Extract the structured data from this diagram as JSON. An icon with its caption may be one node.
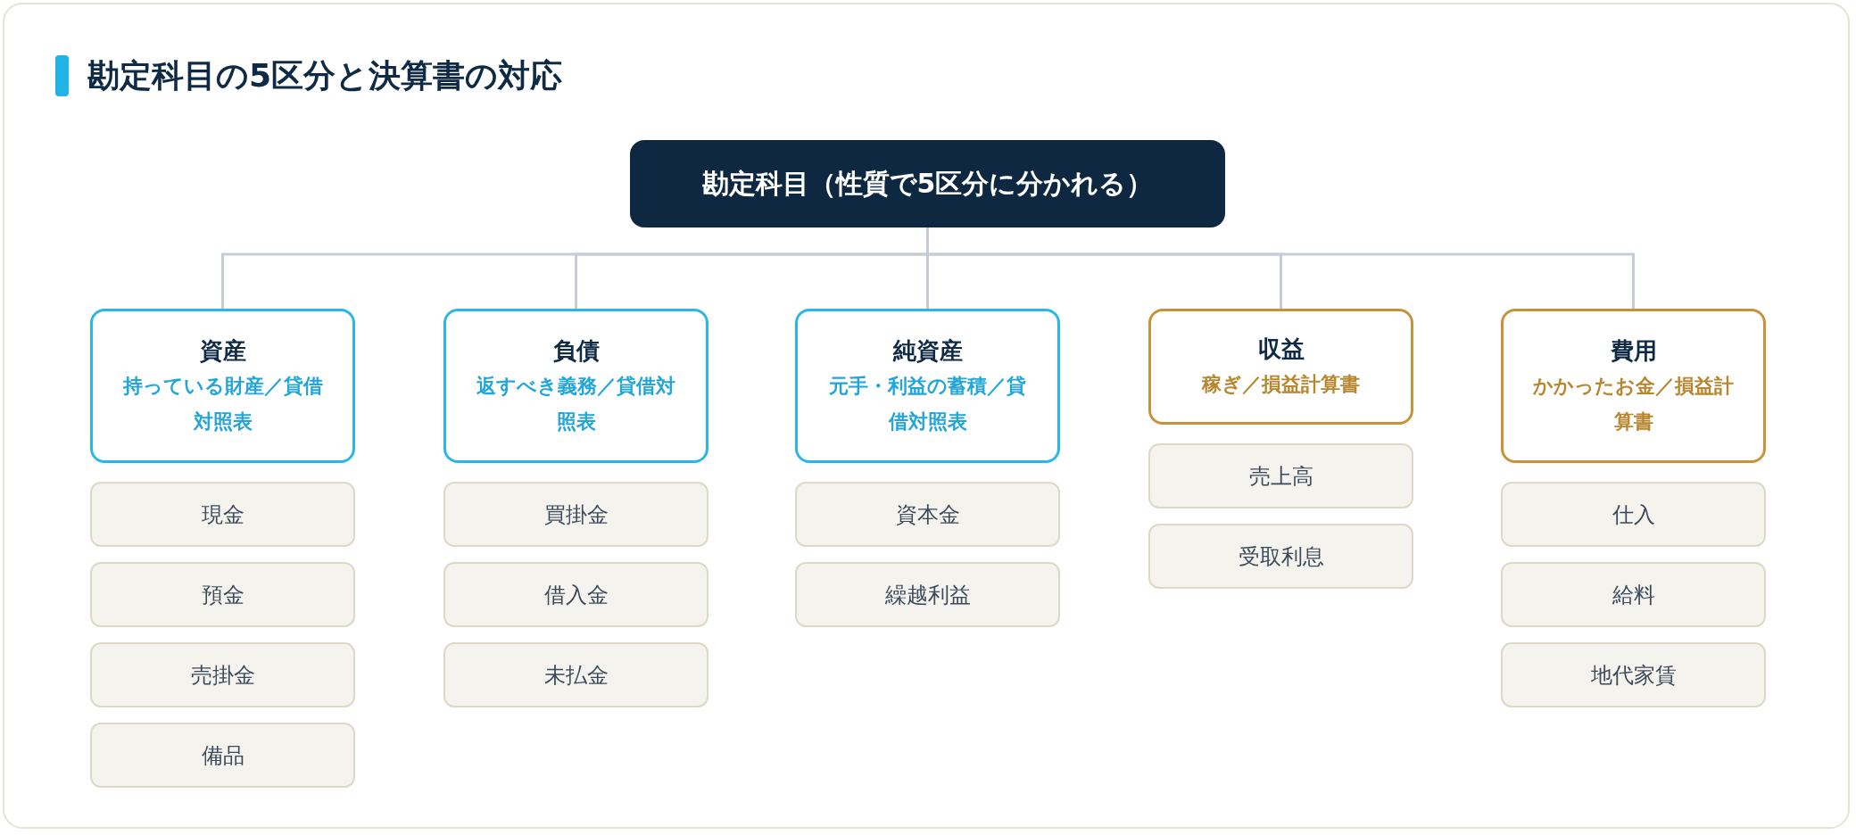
{
  "diagram": {
    "title": "勘定科目の5区分と決算書の対応",
    "nodes": [
      {
        "text": [
          "勘定科目（性質で5区分に分かれる）"
        ]
      },
      {
        "text": [
          "資産",
          "持っている財産／貸借対照表"
        ]
      },
      {
        "text": [
          "負債",
          "返すべき義務／貸借対照表"
        ]
      },
      {
        "text": [
          "純資産",
          "元手・利益の蓄積／貸借対照表"
        ]
      },
      {
        "text": [
          "収益",
          "稼ぎ／損益計算書"
        ]
      },
      {
        "text": [
          "費用",
          "かかったお金／損益計算書"
        ]
      },
      {
        "text": [
          "現金"
        ]
      },
      {
        "text": [
          "預金"
        ]
      },
      {
        "text": [
          "売掛金"
        ]
      },
      {
        "text": [
          "備品"
        ]
      },
      {
        "text": [
          "買掛金"
        ]
      },
      {
        "text": [
          "借入金"
        ]
      },
      {
        "text": [
          "未払金"
        ]
      },
      {
        "text": [
          "資本金"
        ]
      },
      {
        "text": [
          "繰越利益"
        ]
      },
      {
        "text": [
          "売上高"
        ]
      },
      {
        "text": [
          "受取利息"
        ]
      },
      {
        "text": [
          "仕入"
        ]
      },
      {
        "text": [
          "給料"
        ]
      },
      {
        "text": [
          "地代家賃"
        ]
      }
    ],
    "edges": [
      {
        "from": 0,
        "to": 1,
        "arrow": "none"
      },
      {
        "from": 0,
        "to": 2,
        "arrow": "none"
      },
      {
        "from": 0,
        "to": 3,
        "arrow": "none"
      },
      {
        "from": 0,
        "to": 4,
        "arrow": "none"
      },
      {
        "from": 0,
        "to": 5,
        "arrow": "none"
      }
    ]
  }
}
